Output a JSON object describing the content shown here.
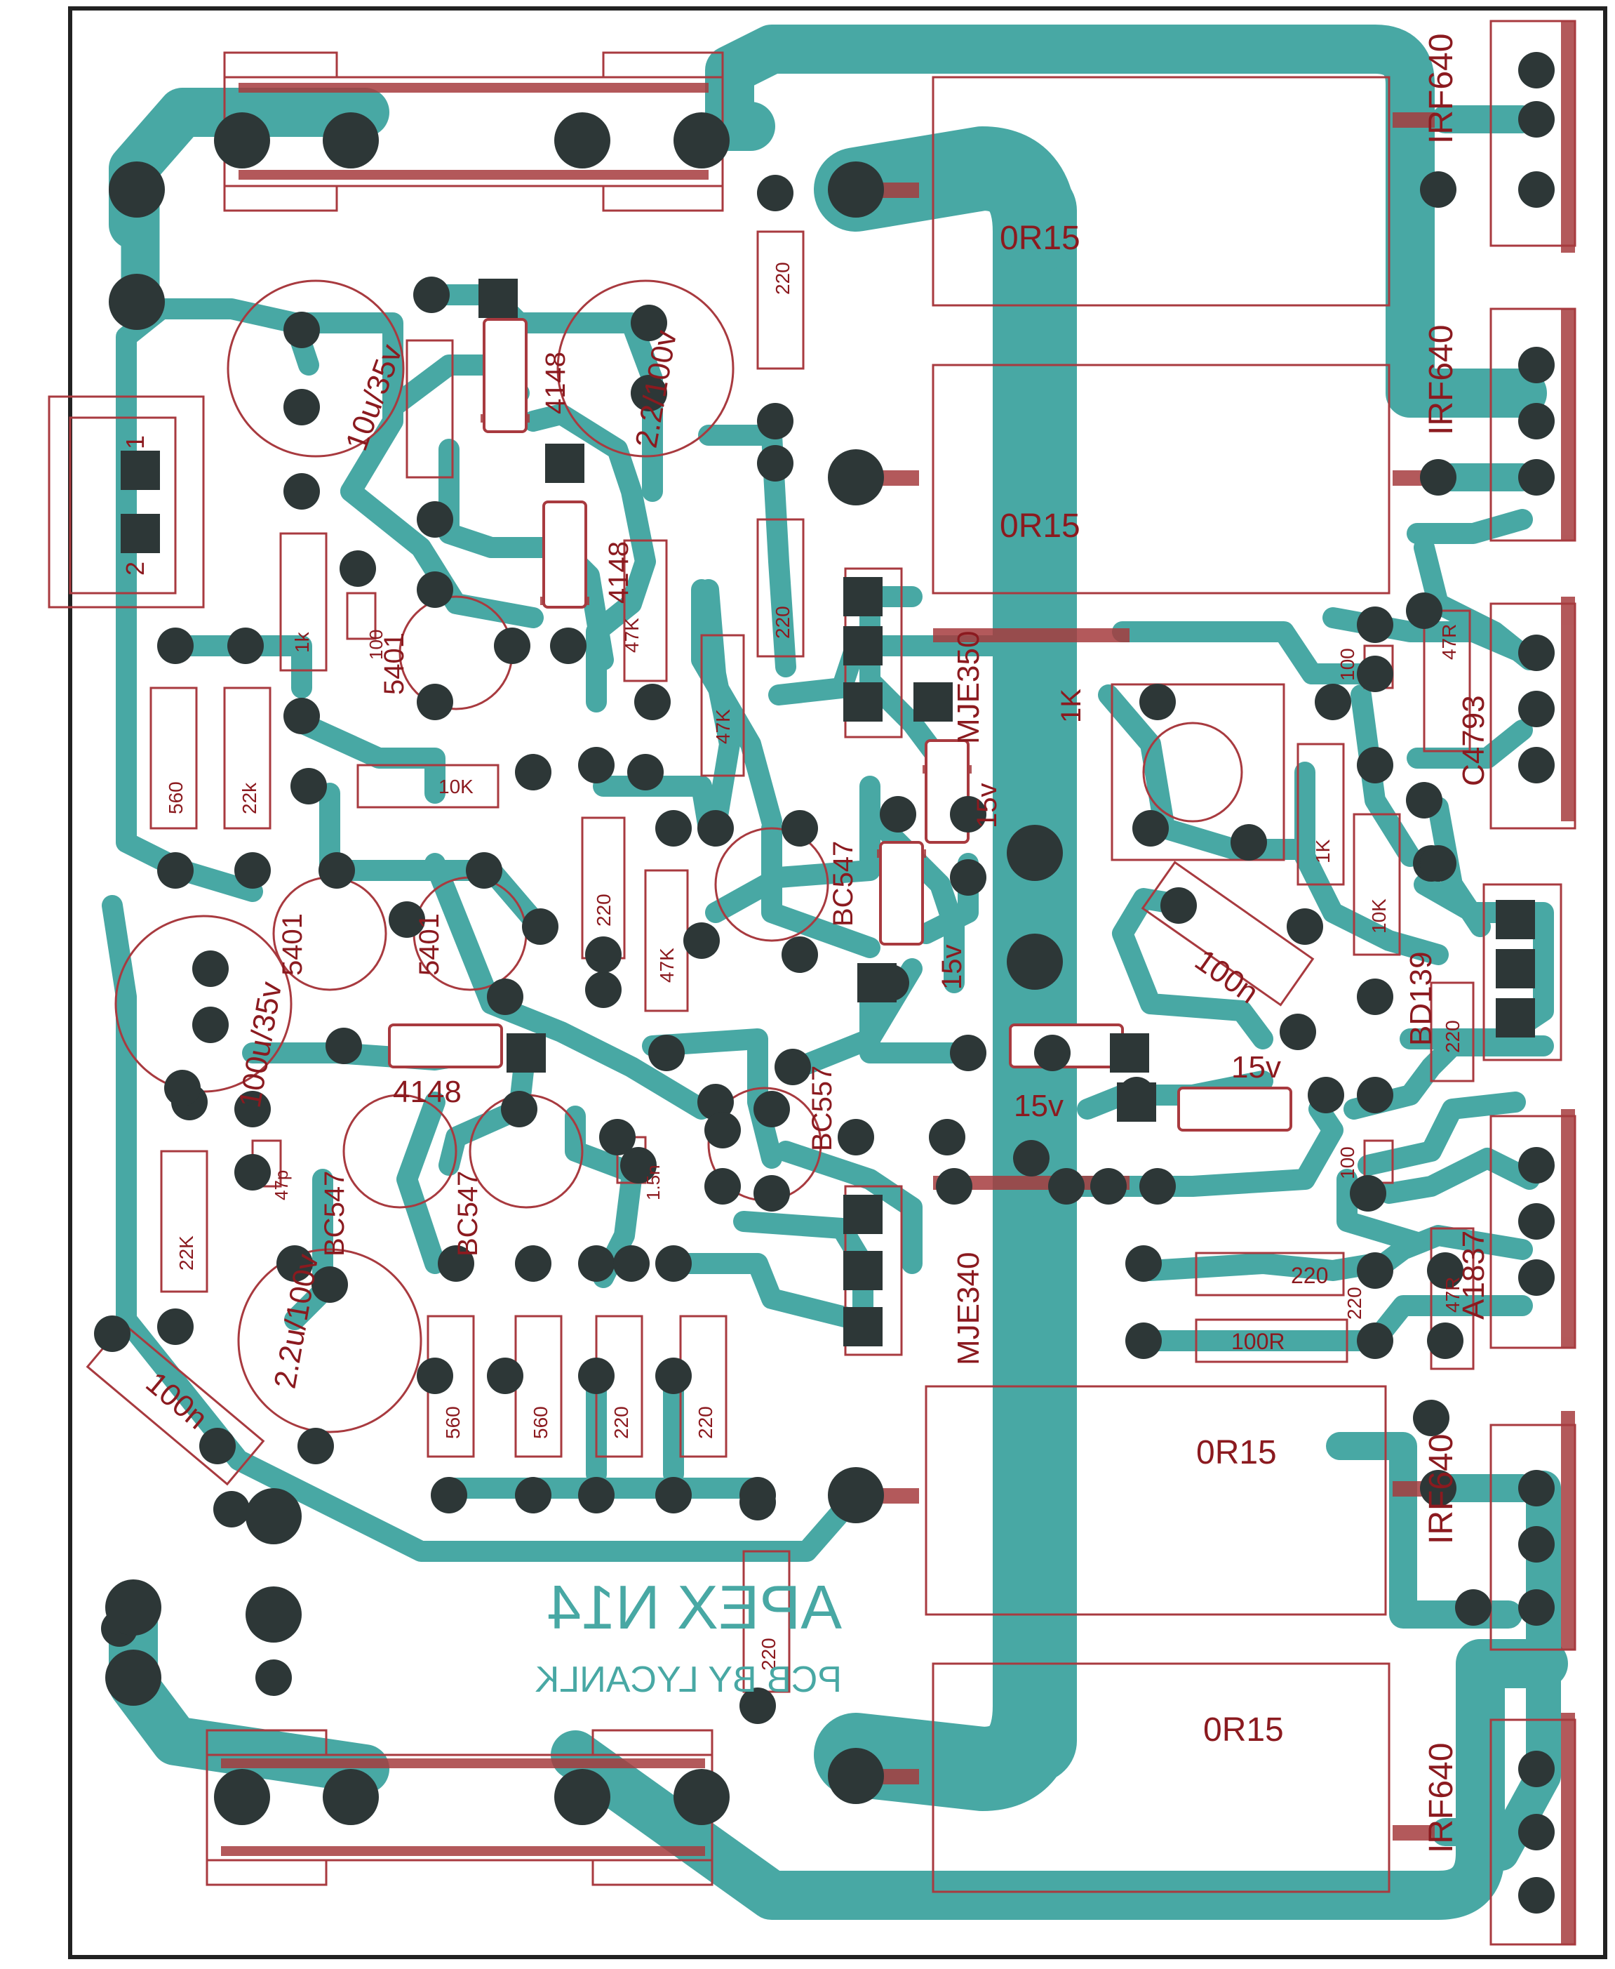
{
  "board": {
    "title": "APEX N14",
    "credit": "PCB BY LYCANLK"
  },
  "colors": {
    "background": "#ffffff",
    "trace": "#48a8a4",
    "pad": "#2d3737",
    "silk": "#a83a3f",
    "silk_fill": "#a63c3e",
    "outline": "#222222"
  },
  "components": {
    "mosfets": [
      "IRF640",
      "IRF640",
      "IRF640",
      "IRF640"
    ],
    "emitter_resistors": [
      "0R15",
      "0R15",
      "0R15",
      "0R15"
    ],
    "drivers": [
      "MJE350",
      "MJE340"
    ],
    "output_transistors": [
      "C4793",
      "A1837"
    ],
    "vbe_multiplier": "BD139",
    "pcb_caps": [
      "10u/35v",
      "2.2/100v",
      "100u/35v",
      "2.2u/100v",
      "100n",
      "100n"
    ],
    "small_transistors": [
      "5401",
      "5401",
      "5401",
      "BC547",
      "BC547",
      "BC547",
      "BC557"
    ],
    "diodes": [
      "4148",
      "4148",
      "4148",
      "15v",
      "15v",
      "15v",
      "15v"
    ],
    "resistors": [
      "560",
      "22k",
      "1k",
      "10K",
      "220",
      "47K",
      "47K",
      "220",
      "220",
      "47K",
      "22K",
      "560",
      "560",
      "220",
      "220",
      "220",
      "1K",
      "1K",
      "10K",
      "47R",
      "100",
      "220",
      "100",
      "220",
      "100R",
      "47R",
      "220"
    ],
    "small_caps": [
      "100",
      "47p",
      "1.5n"
    ],
    "connector_pins": [
      "1",
      "2"
    ]
  }
}
